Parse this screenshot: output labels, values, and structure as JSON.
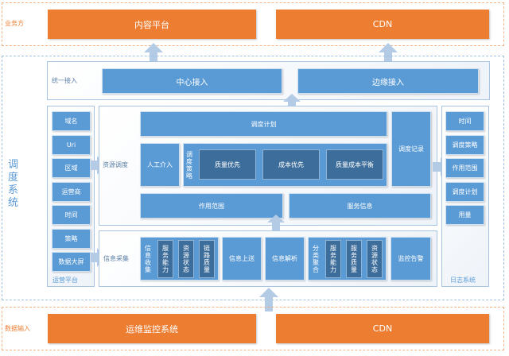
{
  "business_layer": {
    "label": "业务方",
    "boxes": [
      "内容平台",
      "CDN"
    ]
  },
  "scheduling_system": {
    "label": "调度系统",
    "unified_access": {
      "label": "统一接入",
      "boxes": [
        "中心接入",
        "边缘接入"
      ]
    },
    "ops_platform": {
      "label": "运营平台",
      "items": [
        "域名",
        "Uri",
        "区域",
        "运营商",
        "时间",
        "策略",
        "数据大屏"
      ]
    },
    "resource_scheduling": {
      "label": "资源调度",
      "plan": "调度计划",
      "manual": "人工介入",
      "strategy_label": "调度策略",
      "strategies": [
        "质量优先",
        "成本优先",
        "质量成本平衡"
      ],
      "record": "调度记录",
      "scope": "作用范围",
      "service_info": "服务信息"
    },
    "info_collection": {
      "label": "信息采集",
      "collect_label": "信息收集",
      "collect_items": [
        "服务能力",
        "资源状态",
        "链路质量"
      ],
      "upload": "信息上送",
      "parse": "信息解析",
      "classify_label": "分类聚合",
      "classify_items": [
        "服务能力",
        "服务质量",
        "资源状态"
      ],
      "alert": "监控告警"
    },
    "log_system": {
      "label": "日志系统",
      "items": [
        "时间",
        "调度策略",
        "作用范围",
        "调度计划",
        "用量"
      ]
    }
  },
  "data_input": {
    "label": "数据输入",
    "boxes": [
      "运维监控系统",
      "CDN"
    ]
  }
}
